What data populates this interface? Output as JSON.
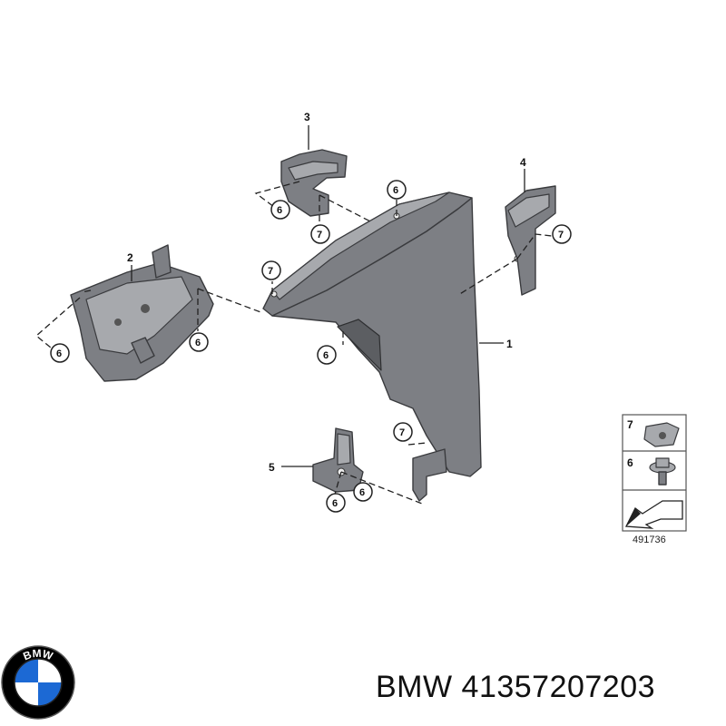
{
  "callouts": {
    "c1": "1",
    "c2": "2",
    "c3": "3",
    "c4": "4",
    "c5": "5",
    "c6": "6",
    "c7": "7"
  },
  "legend": {
    "row1": "7",
    "row2": "6"
  },
  "reference_code": "491736",
  "footer": {
    "text": "BMW 41357207203"
  },
  "logo": {
    "letters": "BMW"
  },
  "colors": {
    "part": "#7d7f84",
    "logo_blue": "#1c69d4",
    "logo_ring": "#000000"
  }
}
